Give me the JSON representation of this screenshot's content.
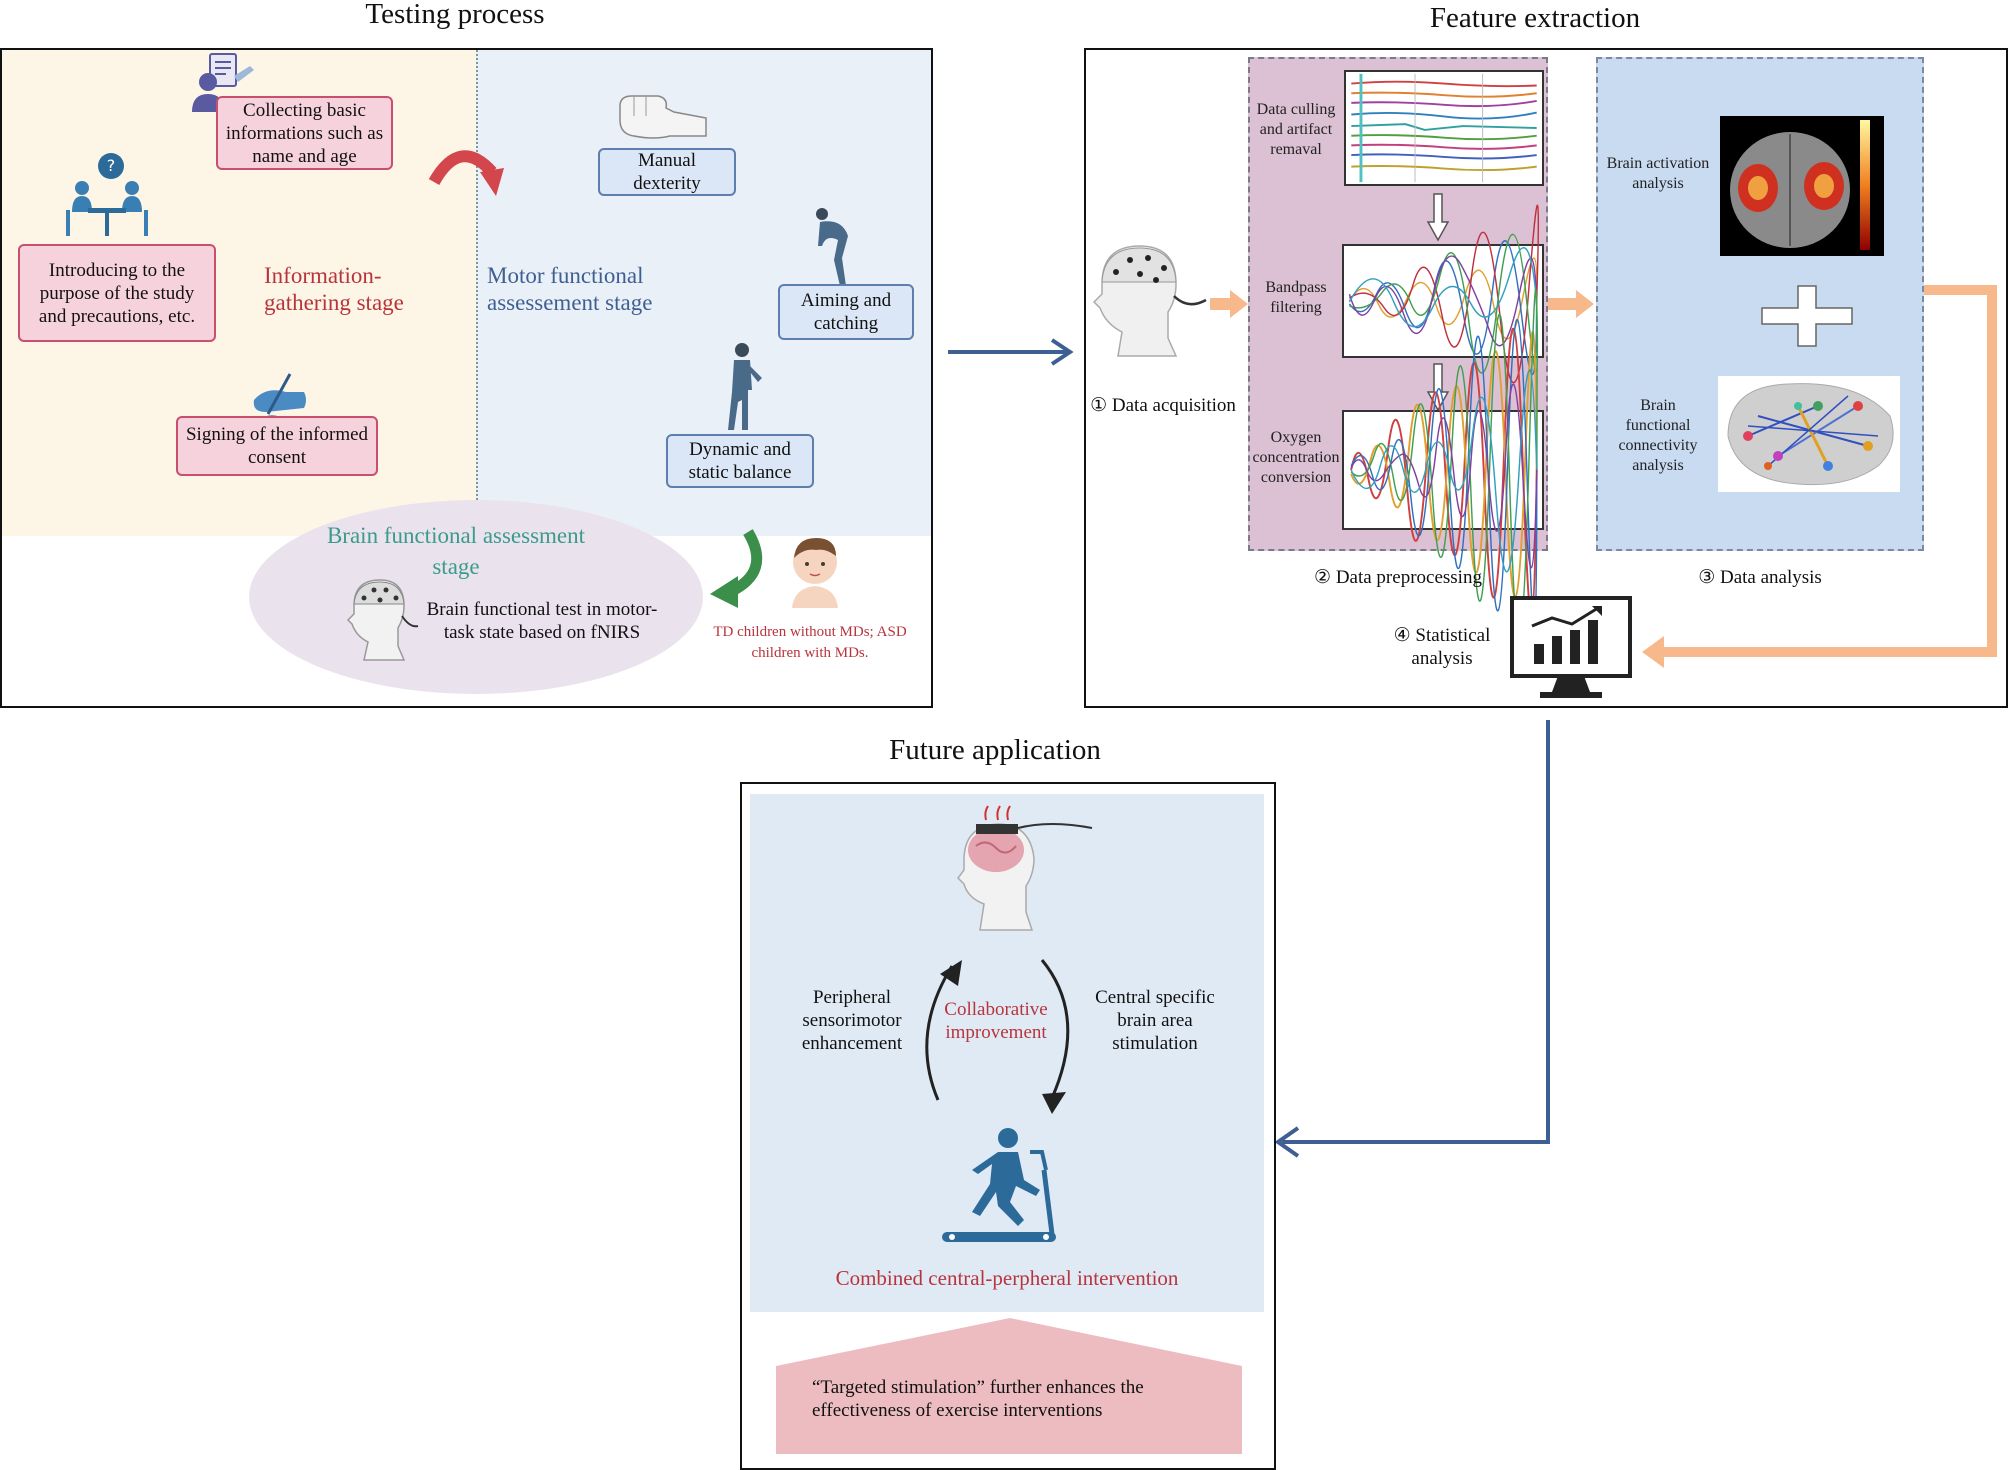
{
  "testing": {
    "title": "Testing process",
    "collecting": "Collecting basic informations such as name and age",
    "introducing": "Introducing to the purpose of the study and precautions, etc.",
    "signing": "Signing of the informed consent",
    "info_stage": "Information-gathering stage",
    "motor_stage": "Motor functional assessement stage",
    "manual": "Manual dexterity",
    "aiming": "Aiming and catching",
    "balance": "Dynamic and static balance",
    "brain_stage": "Brain functional assessment stage",
    "brain_test": "Brain functional test in motor-task state based on fNIRS",
    "children": "TD children without MDs; ASD children with MDs."
  },
  "feature": {
    "title": "Feature extraction",
    "acquisition": "① Data acquisition",
    "culling": "Data culling and artifact remaval",
    "bandpass": "Bandpass filtering",
    "oxygen": "Oxygen concentration conversion",
    "preprocessing": "② Data preprocessing",
    "activation": "Brain activation analysis",
    "connectivity": "Brain functional connectivity analysis",
    "analysis": "③ Data analysis",
    "statistical": "④ Statistical analysis"
  },
  "future": {
    "title": "Future application",
    "peripheral": "Peripheral sensorimotor enhancement",
    "collab": "Collaborative improvement",
    "central": "Central specific brain area stimulation",
    "combined": "Combined central-perpheral intervention",
    "targeted": "“Targeted stimulation” further enhances the effectiveness of exercise interventions"
  },
  "colors": {
    "flow_blue": "#3e5f91",
    "flow_orange": "#f7b98b",
    "info_bg": "#fdf6e6",
    "motor_bg": "#eaf0f8",
    "preproc_bg": "#dcc0d3",
    "analysis_bg": "#c8dbf1"
  },
  "icons": [
    "person-form-icon",
    "meeting-icon",
    "signing-hand-icon",
    "fist-icon",
    "bending-person-icon",
    "standing-person-icon",
    "eeg-cap-head-icon",
    "child-face-icon",
    "monitor-chart-icon",
    "running-treadmill-icon",
    "brain-stimulation-head-icon"
  ]
}
